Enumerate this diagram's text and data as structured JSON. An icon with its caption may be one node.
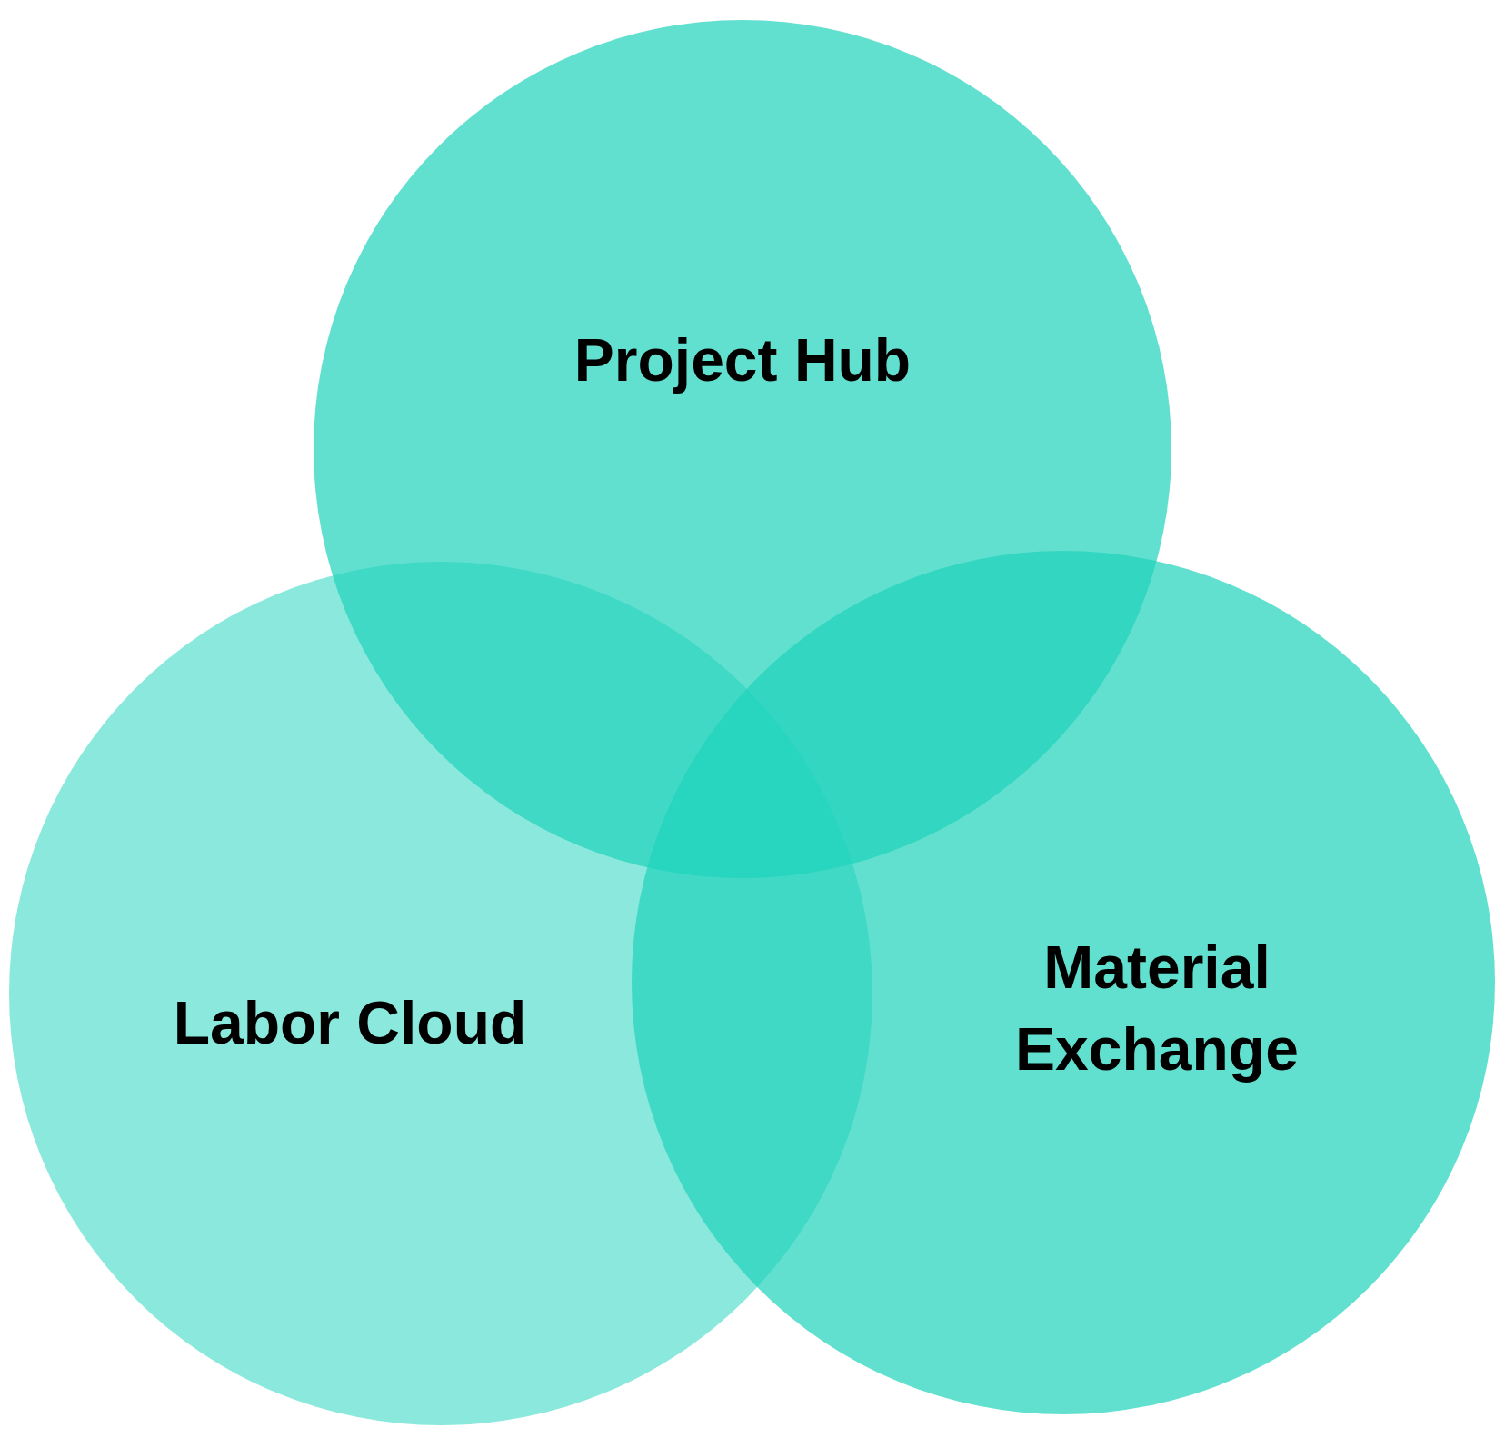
{
  "diagram": {
    "nodes": [
      {
        "text": [
          "Project Hub"
        ]
      },
      {
        "text": [
          "Labor Cloud"
        ]
      },
      {
        "text": [
          "Material Exchange"
        ]
      }
    ]
  }
}
